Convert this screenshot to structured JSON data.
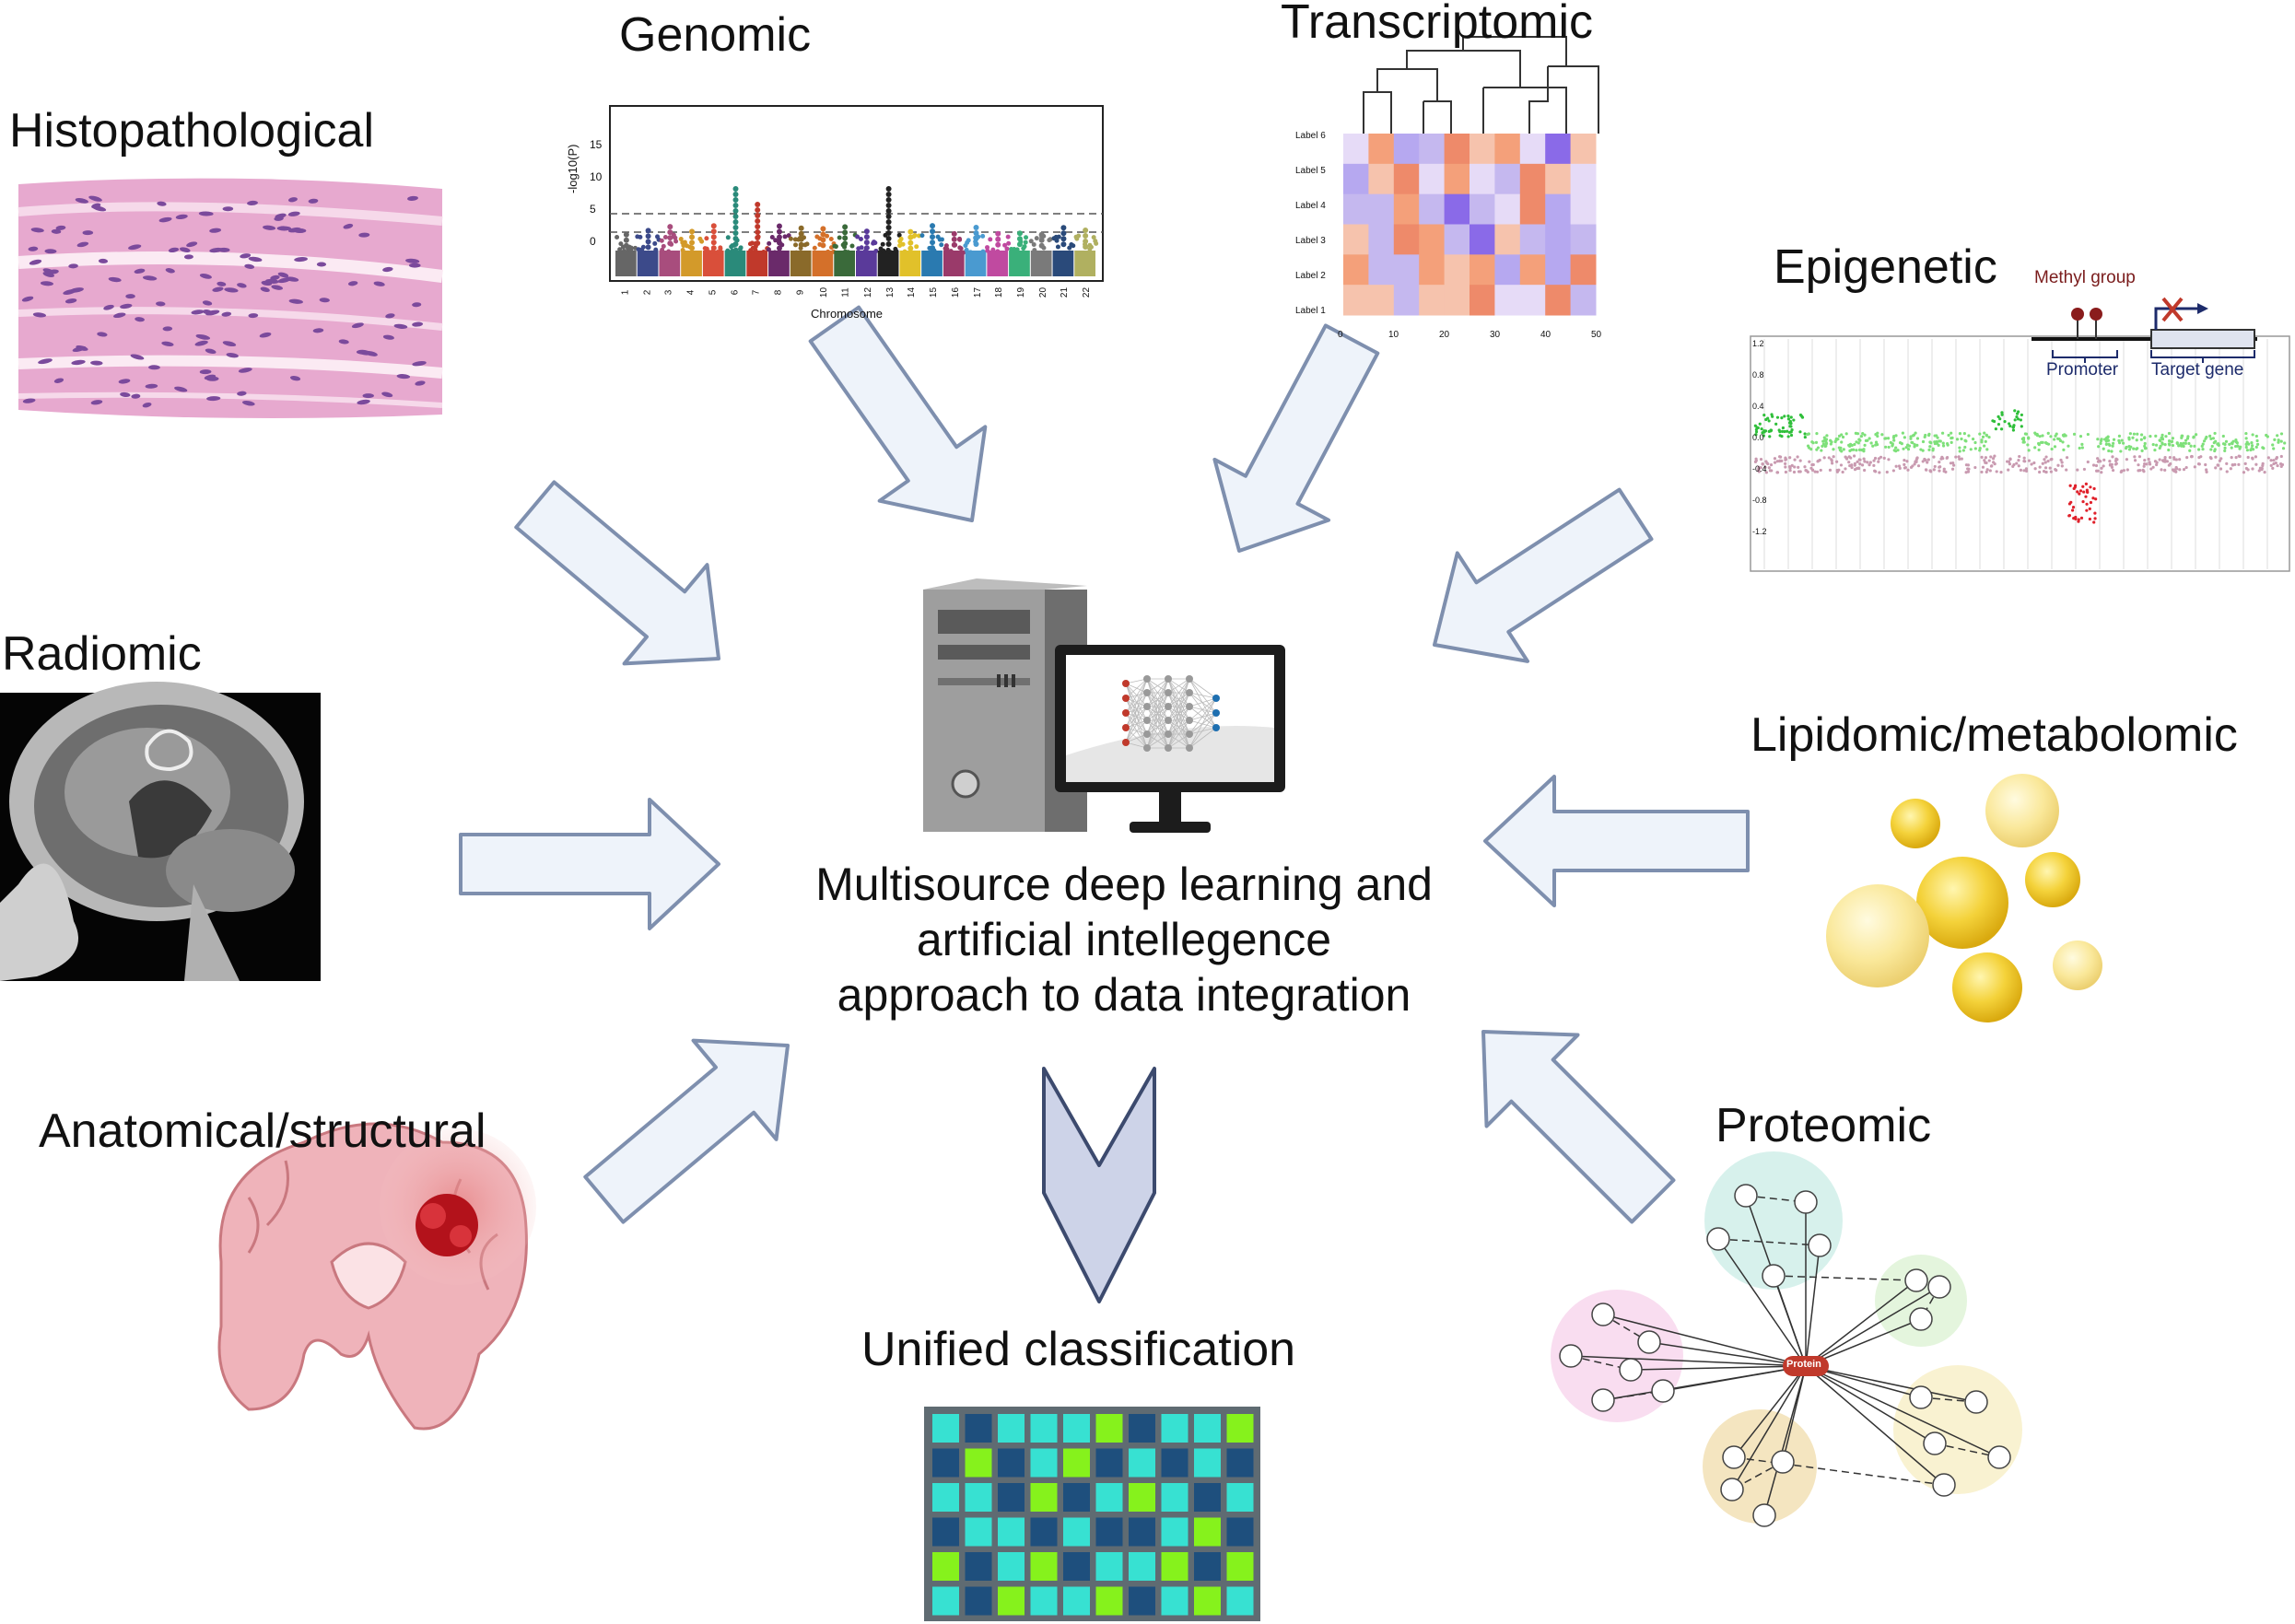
{
  "labels": {
    "histopathological": "Histopathological",
    "genomic": "Genomic",
    "transcriptomic": "Transcriptomic",
    "epigenetic": "Epigenetic",
    "radiomic": "Radiomic",
    "lipidomic": "Lipidomic/metabolomic",
    "anatomical": "Anatomical/structural",
    "proteomic": "Proteomic",
    "unified": "Unified classification"
  },
  "center": {
    "line1": "Multisource deep learning and",
    "line2": "artificial intellegence",
    "line3": "approach to data integration"
  },
  "genomic_plot": {
    "ylabel": "-log10(P)",
    "xlabel": "Chromosome",
    "yticks": [
      "15",
      "10",
      "5",
      "0"
    ],
    "chromosomes": [
      "1",
      "2",
      "3",
      "4",
      "5",
      "6",
      "7",
      "8",
      "9",
      "10",
      "11",
      "12",
      "13",
      "14",
      "15",
      "16",
      "17",
      "18",
      "19",
      "20",
      "21",
      "22"
    ]
  },
  "heatmap": {
    "row_labels": [
      "Label 6",
      "Label 5",
      "Label 4",
      "Label 3",
      "Label 2",
      "Label 1"
    ],
    "x_ticks": [
      "0",
      "10",
      "20",
      "30",
      "40",
      "50"
    ]
  },
  "epigenetic": {
    "methyl_group": "Methyl group",
    "promoter": "Promoter",
    "target_gene": "Target gene",
    "yticks": [
      "1.2",
      "0.8",
      "0.4",
      "0.0",
      "-0.4",
      "-0.8",
      "-1.2"
    ]
  },
  "proteomic": {
    "hub": "Protein",
    "node": "Protein"
  },
  "colors": {
    "arrow_fill": "#eef3fa",
    "arrow_stroke": "#7e8fae",
    "chevron_fill": "#cdd3e8",
    "chevron_stroke": "#3c4a6e",
    "grid_navy": "#1e4f7d",
    "grid_cyan": "#37e1d2",
    "grid_lime": "#86f21c",
    "grid_bg": "#5f6b72"
  },
  "classification_grid": [
    [
      "c",
      "n",
      "c",
      "c",
      "c",
      "g",
      "n",
      "c",
      "c",
      "g"
    ],
    [
      "n",
      "g",
      "n",
      "c",
      "g",
      "n",
      "c",
      "n",
      "c",
      "n"
    ],
    [
      "c",
      "c",
      "n",
      "g",
      "n",
      "c",
      "g",
      "c",
      "n",
      "c"
    ],
    [
      "n",
      "c",
      "c",
      "n",
      "c",
      "n",
      "n",
      "c",
      "g",
      "n"
    ],
    [
      "g",
      "n",
      "c",
      "g",
      "n",
      "c",
      "c",
      "g",
      "n",
      "g"
    ],
    [
      "c",
      "n",
      "g",
      "c",
      "c",
      "g",
      "n",
      "c",
      "g",
      "c"
    ]
  ]
}
